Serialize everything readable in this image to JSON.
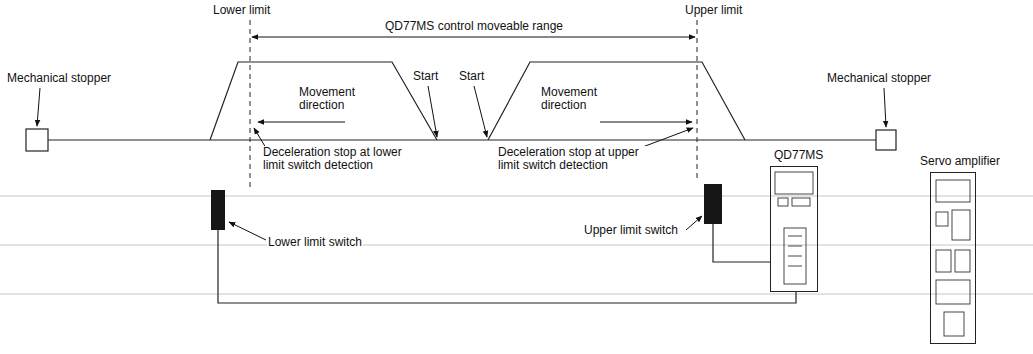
{
  "diagram": {
    "nodes": [
      {
        "text": [
          "Lower limit switch"
        ]
      },
      {
        "text": [
          "Upper limit switch"
        ]
      },
      {
        "text": [
          "QD77MS"
        ]
      },
      {
        "text": [
          "Servo amplifier"
        ]
      }
    ],
    "edges": [
      {
        "from": 0,
        "to": 2,
        "arrow": "none"
      },
      {
        "from": 1,
        "to": 2,
        "arrow": "none"
      }
    ],
    "labels": [
      "Lower limit",
      "Upper limit",
      "QD77MS control moveable range",
      "Mechanical stopper",
      "Mechanical stopper",
      "Movement direction",
      "Start",
      "Start",
      "Movement direction",
      "Deceleration stop at lower limit switch detection",
      "Deceleration stop at upper limit switch detection"
    ]
  }
}
